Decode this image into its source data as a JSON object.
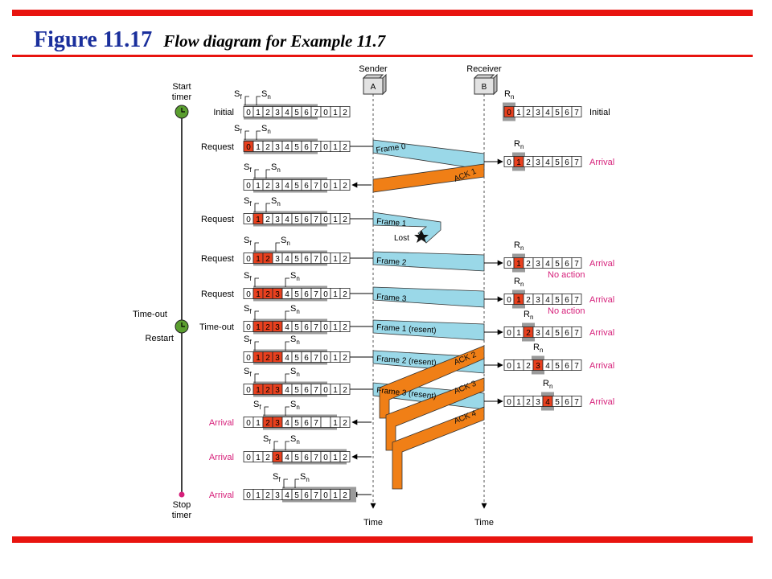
{
  "header": {
    "figure_number": "Figure 11.17",
    "caption": "Flow diagram for Example 11.7"
  },
  "colors": {
    "rule": "#e8140f",
    "figure_blue": "#1a2f9c",
    "frame_band": "#9ad8e8",
    "ack_band": "#f07f16",
    "highlight": "#e8401e",
    "window": "#9a9a9a",
    "pink": "#d6207a",
    "timer_green": "#5a9e2f"
  },
  "stations": {
    "sender": {
      "label": "Sender",
      "box": "A",
      "time": "Time"
    },
    "receiver": {
      "label": "Receiver",
      "box": "B",
      "time": "Time"
    }
  },
  "timer_labels": {
    "start": [
      "Start",
      "timer"
    ],
    "timeout": "Time-out",
    "restart": "Restart",
    "stop": [
      "Stop",
      "timer"
    ]
  },
  "pointer_labels": {
    "sf": "S",
    "sn": "S",
    "rn": "R",
    "sub_f": "f",
    "sub_n": "n"
  },
  "lost_label": "Lost",
  "sender_rows": [
    {
      "label": "Initial",
      "cells": [
        "0",
        "1",
        "2",
        "3",
        "4",
        "5",
        "6",
        "7",
        "0",
        "1",
        "2"
      ],
      "red": [],
      "pink": false
    },
    {
      "label": "Request",
      "cells": [
        "0",
        "1",
        "2",
        "3",
        "4",
        "5",
        "6",
        "7",
        "0",
        "1",
        "2"
      ],
      "red": [
        0
      ],
      "pink": false
    },
    {
      "label": "",
      "cells": [
        "0",
        "1",
        "2",
        "3",
        "4",
        "5",
        "6",
        "7",
        "0",
        "1",
        "2"
      ],
      "red": [],
      "pink": false
    },
    {
      "label": "Request",
      "cells": [
        "0",
        "1",
        "2",
        "3",
        "4",
        "5",
        "6",
        "7",
        "0",
        "1",
        "2"
      ],
      "red": [
        1
      ],
      "pink": false
    },
    {
      "label": "Request",
      "cells": [
        "0",
        "1",
        "2",
        "3",
        "4",
        "5",
        "6",
        "7",
        "0",
        "1",
        "2"
      ],
      "red": [
        1,
        2
      ],
      "pink": false
    },
    {
      "label": "Request",
      "cells": [
        "0",
        "1",
        "2",
        "3",
        "4",
        "5",
        "6",
        "7",
        "0",
        "1",
        "2"
      ],
      "red": [
        1,
        2,
        3
      ],
      "pink": false
    },
    {
      "label": "Time-out",
      "cells": [
        "0",
        "1",
        "2",
        "3",
        "4",
        "5",
        "6",
        "7",
        "0",
        "1",
        "2"
      ],
      "red": [
        1,
        2,
        3
      ],
      "pink": false
    },
    {
      "label": "",
      "cells": [
        "0",
        "1",
        "2",
        "3",
        "4",
        "5",
        "6",
        "7",
        "0",
        "1",
        "2"
      ],
      "red": [
        1,
        2,
        3
      ],
      "pink": false
    },
    {
      "label": "",
      "cells": [
        "0",
        "1",
        "2",
        "3",
        "4",
        "5",
        "6",
        "7",
        "0",
        "1",
        "2"
      ],
      "red": [
        1,
        2,
        3
      ],
      "pink": false
    },
    {
      "label": "Arrival",
      "cells": [
        "0",
        "1",
        "2",
        "3",
        "4",
        "5",
        "6",
        "7",
        "",
        "1",
        "2"
      ],
      "red": [
        2,
        3
      ],
      "pink": true
    },
    {
      "label": "Arrival",
      "cells": [
        "0",
        "1",
        "2",
        "3",
        "4",
        "5",
        "6",
        "7",
        "0",
        "1",
        "2"
      ],
      "red": [
        3
      ],
      "pink": true
    },
    {
      "label": "Arrival",
      "cells": [
        "0",
        "1",
        "2",
        "3",
        "4",
        "5",
        "6",
        "7",
        "0",
        "1",
        "2"
      ],
      "red": [],
      "pink": true
    }
  ],
  "receiver_rows": [
    {
      "cells": [
        "0",
        "1",
        "2",
        "3",
        "4",
        "5",
        "6",
        "7"
      ],
      "red": 0,
      "label": "Initial",
      "note": ""
    },
    {
      "cells": [
        "0",
        "1",
        "2",
        "3",
        "4",
        "5",
        "6",
        "7"
      ],
      "red": 1,
      "label": "Arrival",
      "note": ""
    },
    {
      "cells": [
        "0",
        "1",
        "2",
        "3",
        "4",
        "5",
        "6",
        "7"
      ],
      "red": 1,
      "label": "Arrival",
      "note": "No action"
    },
    {
      "cells": [
        "0",
        "1",
        "2",
        "3",
        "4",
        "5",
        "6",
        "7"
      ],
      "red": 1,
      "label": "Arrival",
      "note": "No action"
    },
    {
      "cells": [
        "0",
        "1",
        "2",
        "3",
        "4",
        "5",
        "6",
        "7"
      ],
      "red": 2,
      "label": "Arrival",
      "note": ""
    },
    {
      "cells": [
        "0",
        "1",
        "2",
        "3",
        "4",
        "5",
        "6",
        "7"
      ],
      "red": 3,
      "label": "Arrival",
      "note": ""
    },
    {
      "cells": [
        "0",
        "1",
        "2",
        "3",
        "4",
        "5",
        "6",
        "7"
      ],
      "red": 4,
      "label": "Arrival",
      "note": ""
    }
  ],
  "frames": [
    "Frame 0",
    "Frame 1",
    "Frame 2",
    "Frame 3",
    "Frame 1 (resent)",
    "Frame 2 (resent)",
    "Frame 3 (resent)"
  ],
  "acks": [
    "ACK 1",
    "ACK 2",
    "ACK 3",
    "ACK 4"
  ]
}
